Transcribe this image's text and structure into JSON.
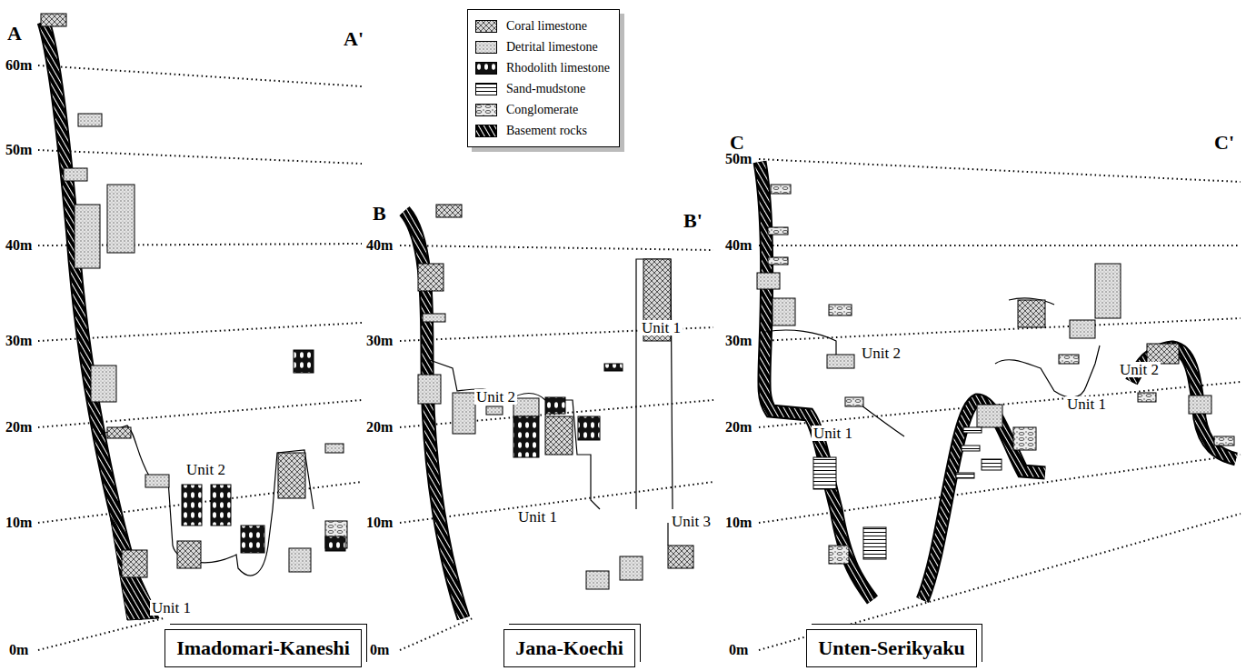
{
  "diagram": {
    "nodes": [
      {
        "text": [
          "Imadomari-Kaneshi"
        ]
      },
      {
        "text": [
          "Jana-Koechi"
        ]
      },
      {
        "text": [
          "Unten-Serikyaku"
        ]
      }
    ],
    "edges": [],
    "labels": [
      "A",
      "A'",
      "60m",
      "50m",
      "40m",
      "30m",
      "20m",
      "10m",
      "0m",
      "Unit 2",
      "Unit 1",
      "B",
      "B'",
      "40m",
      "30m",
      "20m",
      "10m",
      "0m",
      "Unit 2",
      "Unit 1",
      "Unit 1",
      "Unit 3",
      "C",
      "C'",
      "50m",
      "40m",
      "30m",
      "20m",
      "10m",
      "0m",
      "Unit 2",
      "Unit 1",
      "Unit 1",
      "Unit 2"
    ],
    "legend": [
      {
        "text": "Coral limestone"
      },
      {
        "text": "Detrital limestone"
      },
      {
        "text": "Rhodolith limestone"
      },
      {
        "text": "Sand-mudstone"
      },
      {
        "text": "Conglomerate"
      },
      {
        "text": "Basement rocks"
      }
    ]
  }
}
